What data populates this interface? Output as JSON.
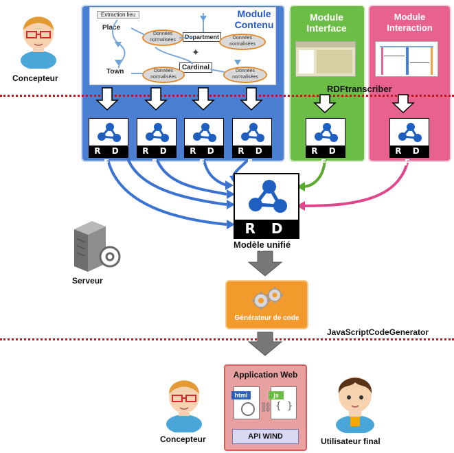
{
  "modules": {
    "contenu": {
      "title_line1": "Module",
      "title_line2": "Contenu"
    },
    "interface": {
      "title_line1": "Module",
      "title_line2": "Interface"
    },
    "interaction": {
      "title_line1": "Module",
      "title_line2": "Interaction"
    }
  },
  "workflow": {
    "extraction": "Extraction lieu",
    "place": "Place",
    "department": "Department",
    "town": "Town",
    "cardinal": "Cardinal",
    "donnees_normalisees": "Données normalisées"
  },
  "rdf_label": "R D F",
  "labels": {
    "concepteur_top": "Concepteur",
    "rdftranscriber": "RDFtranscriber",
    "modele_unifie": "Modèle unifié",
    "serveur": "Serveur",
    "generateur": "Générateur de code",
    "javascript_generator": "JavaScriptCodeGenerator",
    "application_web": "Application Web",
    "html_tag": "html",
    "js_tag": "js",
    "api_wind": "API WIND",
    "concepteur_bottom": "Concepteur",
    "utilisateur_final": "Utilisateur final"
  },
  "colors": {
    "contenu": "#4a7fd2",
    "interface": "#6cbd45",
    "interaction": "#e8628f",
    "generateur": "#f39a2c",
    "application": "#e57373",
    "dotted_line": "#c0161b",
    "arrow_blue": "#3b73d1",
    "arrow_green": "#5aaa2d",
    "arrow_pink": "#e0478a"
  }
}
